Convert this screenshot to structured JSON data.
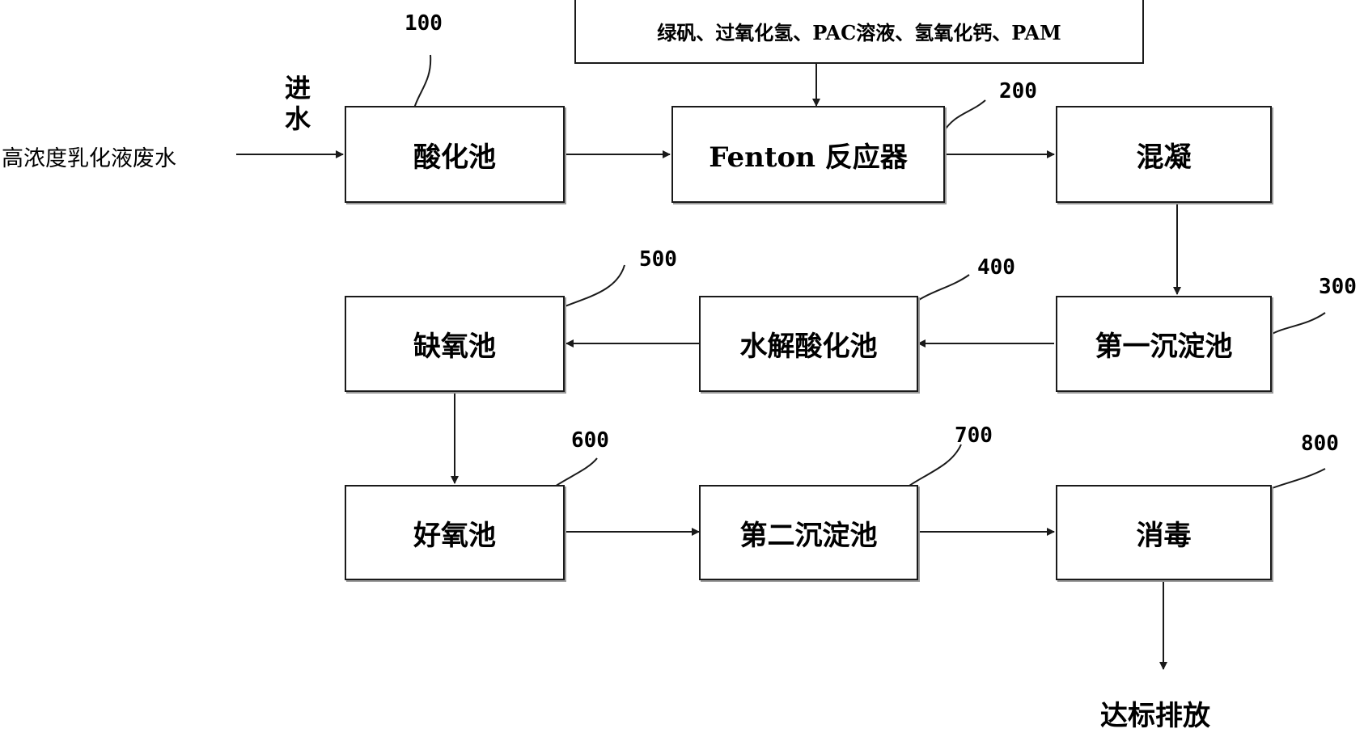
{
  "chemicals": "绿矾、过氧化氢、PAC溶液、氢氧化钙、PAM",
  "inlet_label": "进水",
  "source": "高浓度乳化液废水",
  "output": "达标排放",
  "nodes": {
    "acid_pool": {
      "label": "酸化池",
      "ref": "100"
    },
    "fenton": {
      "label": "Fenton 反应器",
      "ref": "200"
    },
    "coagulation": {
      "label": "混凝"
    },
    "first_settle": {
      "label": "第一沉淀池",
      "ref": "300"
    },
    "hydrolysis": {
      "label": "水解酸化池",
      "ref": "400"
    },
    "anoxic": {
      "label": "缺氧池",
      "ref": "500"
    },
    "aerobic": {
      "label": "好氧池",
      "ref": "600"
    },
    "second_settle": {
      "label": "第二沉淀池",
      "ref": "700"
    },
    "disinfect": {
      "label": "消毒",
      "ref": "800"
    }
  }
}
